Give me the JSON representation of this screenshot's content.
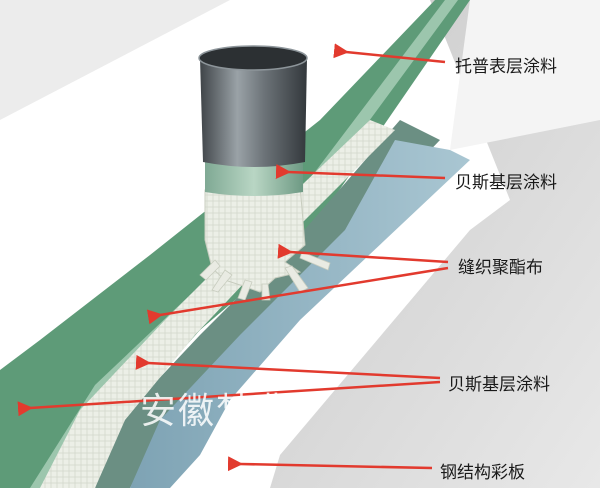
{
  "labels": {
    "top_coating": "托普表层涂料",
    "bes_base_coating_upper": "贝斯基层涂料",
    "stitched_polyester_cloth": "缝织聚酯布",
    "bes_base_coating_lower": "贝斯基层涂料",
    "steel_color_plate": "钢结构彩板"
  },
  "watermark": "安徽梵典",
  "colors": {
    "arrow": "#e23a2e",
    "top_coating": "#5e9b78",
    "base_coating": "#6f8f88",
    "steel_plate": "#88aebd",
    "roof_panel": "#d8d8d8",
    "fabric": "#e9ebe3"
  }
}
